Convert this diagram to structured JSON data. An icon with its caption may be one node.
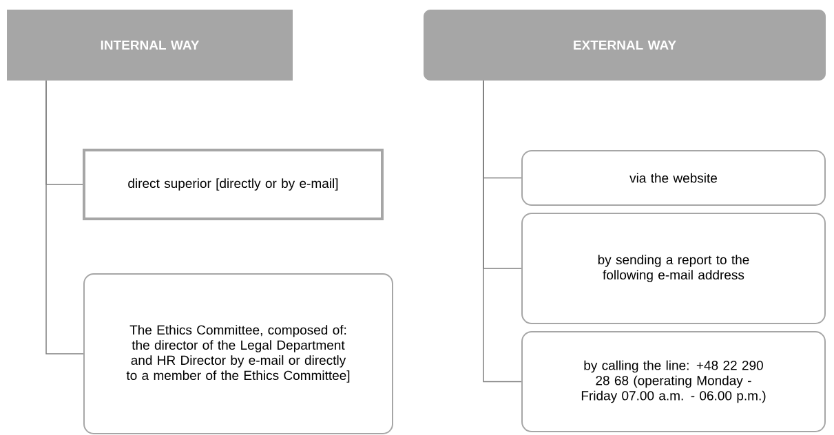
{
  "diagram": {
    "nodes": [
      {
        "text": [
          "INTERNAL WAY"
        ]
      },
      {
        "text": [
          "direct superior [directly or by e-mail]"
        ]
      },
      {
        "text": [
          "The Ethics Committee, composed of: the director of the Legal Department and HR Director by e-mail or directly to a member of the Ethics Committee]"
        ]
      },
      {
        "text": [
          "EXTERNAL WAY"
        ]
      },
      {
        "text": [
          "via the website"
        ]
      },
      {
        "text": [
          "by sending a report to the following e-mail address"
        ]
      },
      {
        "text": [
          "by calling the line: +48 22 290 28 68 (operating Monday - Friday 07.00 a.m. - 06.00 p.m.)"
        ]
      }
    ],
    "edges": [
      {
        "from": 0,
        "to": 1,
        "arrow": "none"
      },
      {
        "from": 0,
        "to": 2,
        "arrow": "none"
      },
      {
        "from": 3,
        "to": 4,
        "arrow": "none"
      },
      {
        "from": 3,
        "to": 5,
        "arrow": "none"
      },
      {
        "from": 3,
        "to": 6,
        "arrow": "none"
      }
    ]
  }
}
